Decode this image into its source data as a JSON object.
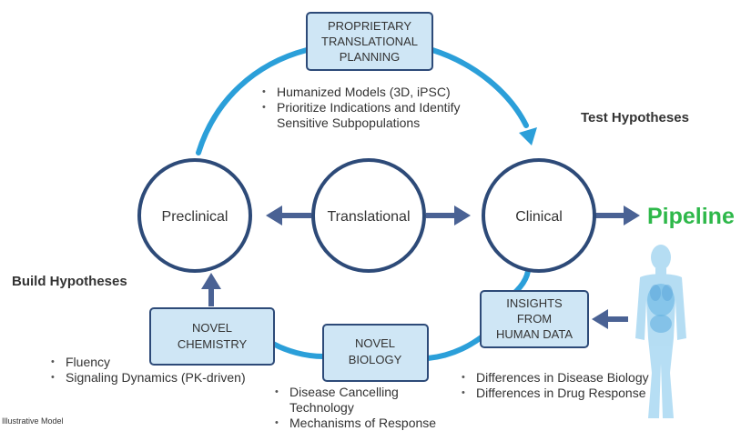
{
  "colors": {
    "cycle_arc": "#2b9fd9",
    "circle_stroke": "#2d4a78",
    "arrow": "#4a6294",
    "box_fill": "#cfe6f5",
    "box_stroke": "#2d4a78",
    "pipeline": "#2eb84a",
    "human_figure": "#7fc3ea"
  },
  "nodes": {
    "preclinical": "Preclinical",
    "translational": "Translational",
    "clinical": "Clinical"
  },
  "pipeline_label": "Pipeline",
  "boxes": {
    "planning": [
      "PROPRIETARY",
      "TRANSLATIONAL",
      "PLANNING"
    ],
    "chemistry": [
      "NOVEL",
      "CHEMISTRY"
    ],
    "biology": [
      "NOVEL",
      "BIOLOGY"
    ],
    "insights": [
      "INSIGHTS",
      "FROM",
      "HUMAN DATA"
    ]
  },
  "headings": {
    "test": "Test Hypotheses",
    "build": "Build Hypotheses"
  },
  "lists": {
    "planning": [
      "Humanized Models (3D, iPSC)",
      "Prioritize Indications and Identify Sensitive Subpopulations"
    ],
    "chemistry": [
      "Fluency",
      "Signaling Dynamics (PK-driven)"
    ],
    "biology": [
      "Disease Cancelling Technology",
      "Mechanisms of Response"
    ],
    "insights": [
      "Differences in Disease Biology",
      "Differences in Drug Response"
    ]
  },
  "footnote": "Illustrative Model",
  "icons": {
    "human_body": "human-body-icon"
  }
}
